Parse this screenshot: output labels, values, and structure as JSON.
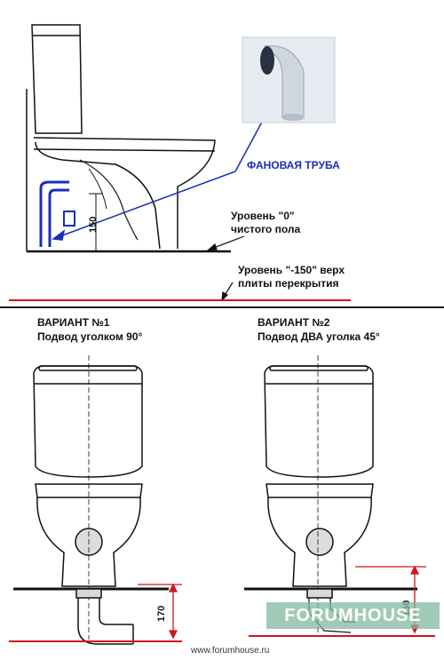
{
  "top": {
    "pipe_label": "ФАНОВАЯ ТРУБА",
    "level0_line1": "Уровень \"0\"",
    "level0_line2": "чистого пола",
    "level150_line1": "Уровень \"-150\" верх",
    "level150_line2": "плиты перекрытия",
    "dim_small": "150"
  },
  "variant1": {
    "title": "ВАРИАНТ №1",
    "subtitle": "Подвод уголком 90°",
    "dim": "170"
  },
  "variant2": {
    "title": "ВАРИАНТ №2",
    "subtitle": "Подвод ДВА уголка 45°",
    "dim": "150"
  },
  "watermark": "FORUMHOUSE",
  "site": "www.forumhouse.ru",
  "colors": {
    "red_line": "#d0141e",
    "blue": "#1a2fb5",
    "watermark_bg": "#82b9a0"
  }
}
